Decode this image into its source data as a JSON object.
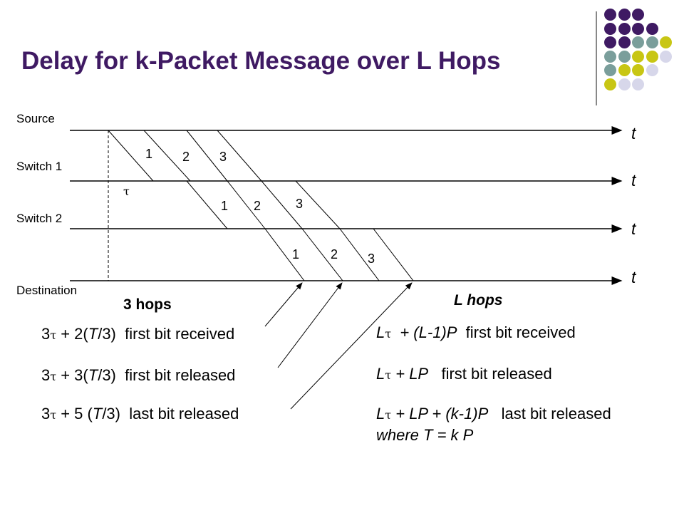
{
  "title": "Delay for k-Packet Message over L Hops",
  "nodes": [
    "Source",
    "Switch 1",
    "Switch 2",
    "Destination"
  ],
  "time_label": "t",
  "tau_symbol": "τ",
  "packet_labels": {
    "source_to_switch1": [
      "1",
      "2",
      "3"
    ],
    "switch1_to_switch2": [
      "1",
      "2",
      "3"
    ],
    "switch2_to_destination": [
      "1",
      "2",
      "3"
    ]
  },
  "hops_3_label": "3 hops",
  "hops_L_label": "L hops",
  "formulas_3hops": [
    {
      "lead": "3",
      "tau": "τ",
      "rest_pre": " + 2(",
      "T": "T",
      "rest_post": "/3)",
      "desc": "first bit received"
    },
    {
      "lead": "3",
      "tau": "τ",
      "rest_pre": " + 3(",
      "T": "T",
      "rest_post": "/3)",
      "desc": "first bit released"
    },
    {
      "lead": "3",
      "tau": "τ",
      "rest_pre": " + 5 (",
      "T": "T",
      "rest_post": "/3)",
      "desc": "last bit released"
    }
  ],
  "formulas_Lhops": [
    {
      "L": "L",
      "tau": "τ",
      "rest": "+ (L-1)P",
      "desc": "first bit received"
    },
    {
      "L": "L",
      "tau": "τ",
      "rest": "+ LP",
      "desc": "first bit released"
    },
    {
      "L": "L",
      "tau": "τ",
      "rest": "+ LP + (k-1)P",
      "desc": "last bit released"
    }
  ],
  "where_clause": "where T = k P",
  "colors": {
    "title": "#3f1a63",
    "logo_purple": "#3f1a63",
    "logo_teal": "#7a9e9b",
    "logo_yellow": "#c8c614",
    "logo_lavender": "#d7d7ea"
  },
  "logo_grid": [
    [
      "purple",
      "purple",
      "purple",
      null,
      null
    ],
    [
      "purple",
      "purple",
      "purple",
      "purple",
      null
    ],
    [
      "purple",
      "purple",
      "teal",
      "teal",
      "yellow"
    ],
    [
      "teal",
      "teal",
      "yellow",
      "yellow",
      "lavender"
    ],
    [
      "teal",
      "yellow",
      "yellow",
      "lavender",
      null
    ],
    [
      "yellow",
      "lavender",
      "lavender",
      null,
      null
    ]
  ]
}
